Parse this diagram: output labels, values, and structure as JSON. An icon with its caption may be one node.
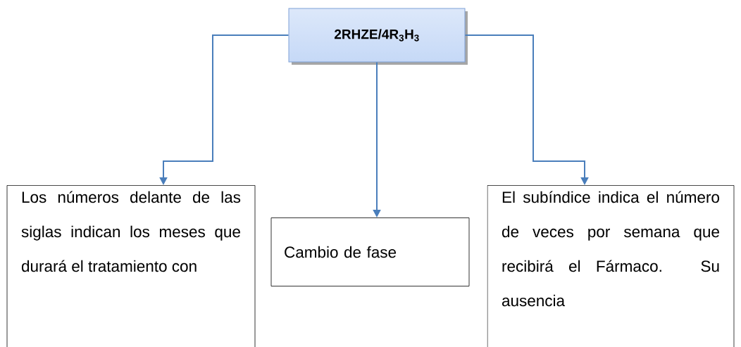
{
  "diagram": {
    "nodes": [
      {
        "text": [
          "2RHZE/4R$_{3}$H$_{3}$"
        ]
      },
      {
        "text": [
          "Los números delante de las siglas indican los meses que durará el tratamiento con"
        ]
      },
      {
        "text": [
          "Cambio de fase"
        ]
      },
      {
        "text": [
          "El subíndice indica el número de veces por semana que recibirá el Fármaco. Su ausencia"
        ]
      }
    ],
    "edges": [
      {
        "from": 0,
        "to": 1,
        "arrow": "to"
      },
      {
        "from": 0,
        "to": 2,
        "arrow": "to"
      },
      {
        "from": 0,
        "to": 3,
        "arrow": "to"
      }
    ]
  }
}
